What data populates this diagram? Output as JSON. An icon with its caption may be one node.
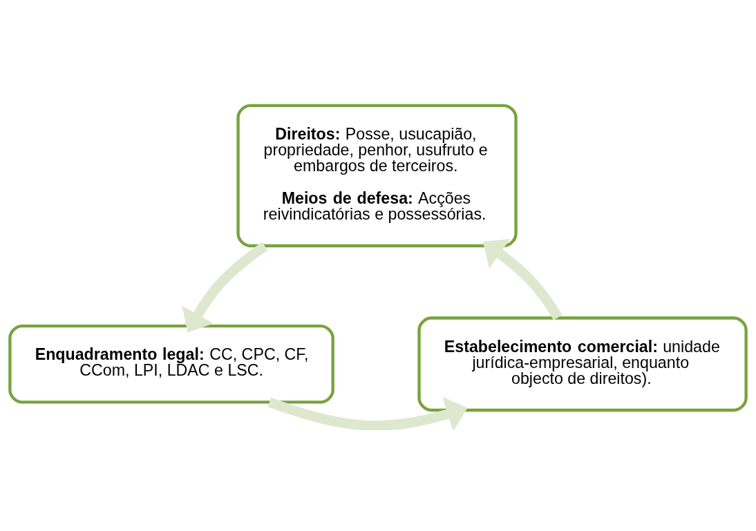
{
  "diagram": {
    "nodes": [
      {
        "text": [
          "**Direitos:** Posse, usucapião, propriedade, penhor, usufruto e embargos de terceiros.",
          "**Meios de defesa:** Acções reivindicatórias e possessórias."
        ]
      },
      {
        "text": [
          "**Estabelecimento comercial:** unidade jurídica-empresarial, enquanto objecto de direitos)."
        ]
      },
      {
        "text": [
          "**Enquadramento legal:** CC, CPC, CF, CCom, LPI, LDAC e LSC."
        ]
      }
    ],
    "edges": [
      {
        "from": 0,
        "to": 2,
        "arrow": "to"
      },
      {
        "from": 2,
        "to": 1,
        "arrow": "to"
      },
      {
        "from": 1,
        "to": 0,
        "arrow": "to"
      }
    ]
  }
}
